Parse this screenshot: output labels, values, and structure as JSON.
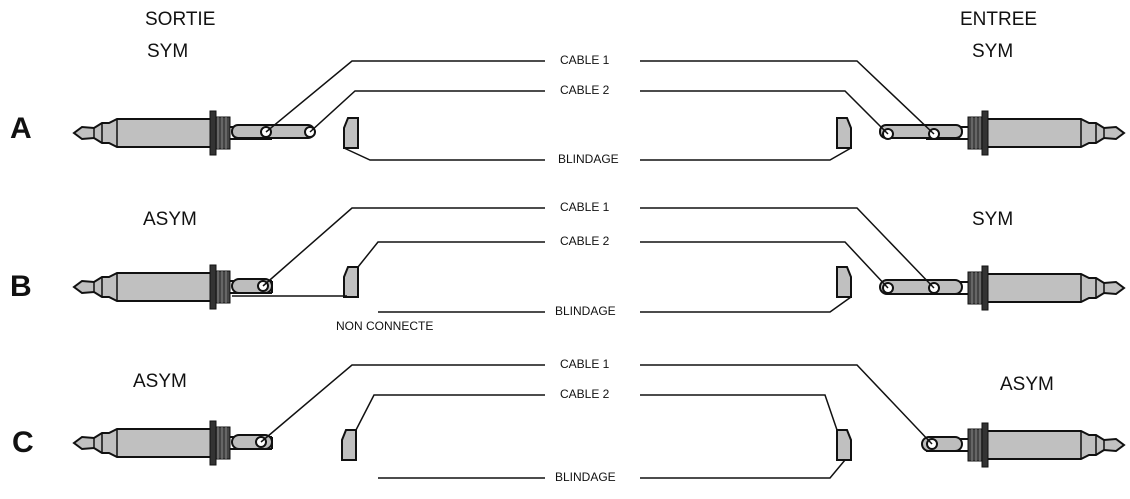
{
  "headers": {
    "left_title": "SORTIE",
    "right_title": "ENTREE",
    "a_left": "SYM",
    "a_right": "SYM",
    "b_left": "ASYM",
    "b_right": "SYM",
    "c_left": "ASYM",
    "c_right": "ASYM"
  },
  "rows": {
    "a": "A",
    "b": "B",
    "c": "C"
  },
  "wires": {
    "a_cable1": "CABLE 1",
    "a_cable2": "CABLE 2",
    "a_shield": "BLINDAGE",
    "b_cable1": "CABLE 1",
    "b_cable2": "CABLE 2",
    "b_shield": "BLINDAGE",
    "b_nc": "NON CONNECTE",
    "c_cable1": "CABLE 1",
    "c_cable2": "CABLE 2",
    "c_shield": "BLINDAGE"
  },
  "colors": {
    "plug_fill": "#bdbdbd",
    "ink": "#111111"
  }
}
